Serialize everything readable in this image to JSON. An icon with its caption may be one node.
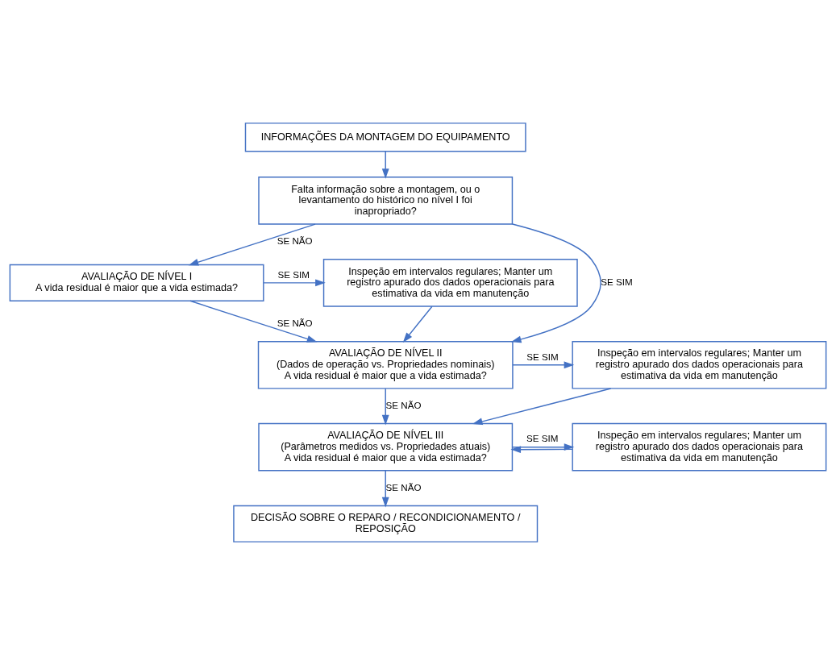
{
  "diagram": {
    "nodes": [
      {
        "text": [
          "INFORMAÇÕES DA MONTAGEM DO EQUIPAMENTO"
        ]
      },
      {
        "text": [
          "Falta informação sobre a montagem, ou o levantamento do histórico no nível I foi inapropriado?"
        ]
      },
      {
        "text": [
          "AVALIAÇÃO DE NÍVEL I",
          "A vida residual é maior que a vida estimada?"
        ]
      },
      {
        "text": [
          "Inspeção em intervalos regulares; Manter um registro apurado dos dados operacionais para estimativa da vida em manutenção"
        ]
      },
      {
        "text": [
          "AVALIAÇÃO DE NÍVEL II",
          "(Dados de operação vs. Propriedades nominais)",
          "A vida residual é maior que a vida estimada?"
        ]
      },
      {
        "text": [
          "Inspeção em intervalos regulares; Manter um registro apurado dos dados operacionais para estimativa da vida em manutenção"
        ]
      },
      {
        "text": [
          "AVALIAÇÃO DE NÍVEL III",
          "(Parâmetros medidos vs. Propriedades atuais)",
          "A vida residual é maior que a vida estimada?"
        ]
      },
      {
        "text": [
          "Inspeção em intervalos regulares; Manter um registro apurado dos dados operacionais para estimativa da vida em manutenção"
        ]
      },
      {
        "text": [
          "DECISÃO SOBRE O REPARO / RECONDICIONAMENTO / REPOSIÇÃO"
        ]
      }
    ],
    "edges": [
      {
        "from": 0,
        "to": 1,
        "arrow": "to"
      },
      {
        "from": 1,
        "to": 2,
        "arrow": "to",
        "label": "SE NÃO"
      },
      {
        "from": 1,
        "to": 4,
        "arrow": "to",
        "label": "SE SIM"
      },
      {
        "from": 2,
        "to": 3,
        "arrow": "to",
        "label": "SE SIM"
      },
      {
        "from": 2,
        "to": 4,
        "arrow": "to",
        "label": "SE NÃO"
      },
      {
        "from": 3,
        "to": 4,
        "arrow": "to"
      },
      {
        "from": 4,
        "to": 5,
        "arrow": "to",
        "label": "SE SIM"
      },
      {
        "from": 4,
        "to": 6,
        "arrow": "to",
        "label": "SE NÃO"
      },
      {
        "from": 5,
        "to": 6,
        "arrow": "to"
      },
      {
        "from": 6,
        "to": 7,
        "arrow": "to",
        "label": "SE SIM"
      },
      {
        "from": 7,
        "to": 6,
        "arrow": "to"
      },
      {
        "from": 6,
        "to": 8,
        "arrow": "to",
        "label": "SE NÃO"
      }
    ]
  }
}
